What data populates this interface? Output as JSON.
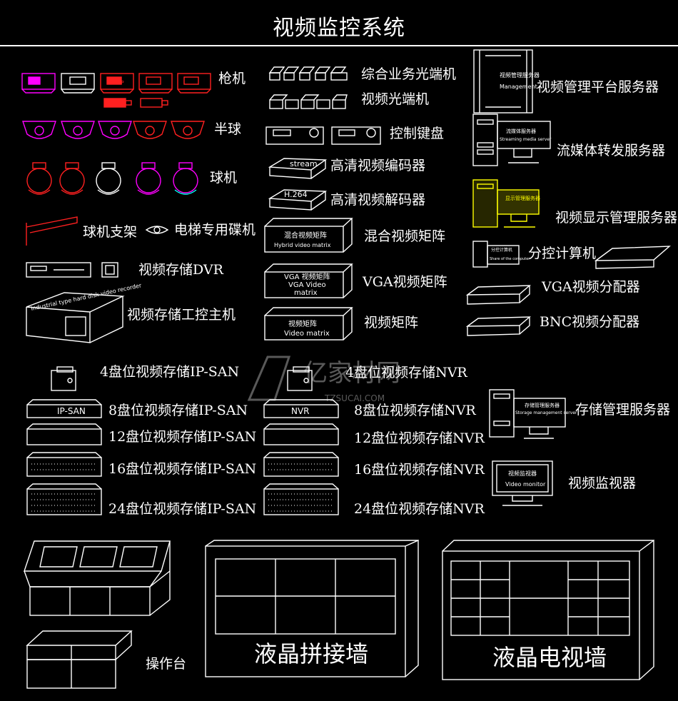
{
  "title": "视频监控系统",
  "labels": {
    "bullet_camera": "枪机",
    "half_dome": "半球",
    "dome": "球机",
    "dome_bracket": "球机支架",
    "elevator_camera": "电梯专用碟机",
    "dvr": "视频存储DVR",
    "ipc_host": "视频存储工控主机",
    "fiber_multi": "综合业务光端机",
    "fiber_video": "视频光端机",
    "keyboard": "控制键盘",
    "encoder": "高清视频编码器",
    "decoder": "高清视频解码器",
    "hybrid_matrix": "混合视频矩阵",
    "vga_matrix": "VGA视频矩阵",
    "video_matrix": "视频矩阵",
    "mgmt_server": "视频管理平台服务器",
    "stream_server": "流媒体转发服务器",
    "display_server": "视频显示管理服务器",
    "sub_pc": "分控计算机",
    "vga_splitter": "VGA视频分配器",
    "bnc_splitter": "BNC视频分配器",
    "ipsan4": "4盘位视频存储IP-SAN",
    "ipsan8": "8盘位视频存储IP-SAN",
    "ipsan12": "12盘位视频存储IP-SAN",
    "ipsan16": "16盘位视频存储IP-SAN",
    "ipsan24": "24盘位视频存储IP-SAN",
    "nvr4": "4盘位视频存储NVR",
    "nvr8": "8盘位视频存储NVR",
    "nvr12": "12盘位视频存储NVR",
    "nvr16": "16盘位视频存储NVR",
    "nvr24": "24盘位视频存储NVR",
    "storage_server": "存储管理服务器",
    "monitor": "视频监视器",
    "console": "操作台",
    "lcd_wall": "液晶拼接墙",
    "tv_wall": "液晶电视墙"
  },
  "device_text": {
    "ipc_host_top": "Industrial type hard disk video recorder",
    "encoder_tag": "stream",
    "decoder_tag": "H.264",
    "hybrid_cn": "混合视频矩阵",
    "hybrid_en": "Hybrid video matrix",
    "vga_cn": "VGA 视频矩阵",
    "vga_en1": "VGA  Video",
    "vga_en2": "matrix",
    "vm_cn": "视频矩阵",
    "vm_en": "Video matrix",
    "mgmt_cn": "视频管理服务器",
    "mgmt_en": "Management",
    "stream_cn": "流媒体服务器",
    "stream_en": "Streaming media server",
    "display_cn": "显示管理服务器",
    "sub_cn": "分控计算机",
    "sub_en": "Share of the computer",
    "storage_cn": "存储管理服务器",
    "storage_en": "Storage management server",
    "monitor_cn": "视频监视器",
    "monitor_en": "Video monitor",
    "ipsan_tag": "IP-SAN",
    "nvr_tag": "NVR",
    "cam_tag": "TCP-IP"
  },
  "watermark": {
    "cn": "亿家材网",
    "en": "TZSUCAI.COM"
  },
  "colors": {
    "magenta": "#ff00ff",
    "red": "#ff2020",
    "yellow": "#ffff00",
    "cyan": "#00ffff",
    "white": "#ffffff"
  }
}
